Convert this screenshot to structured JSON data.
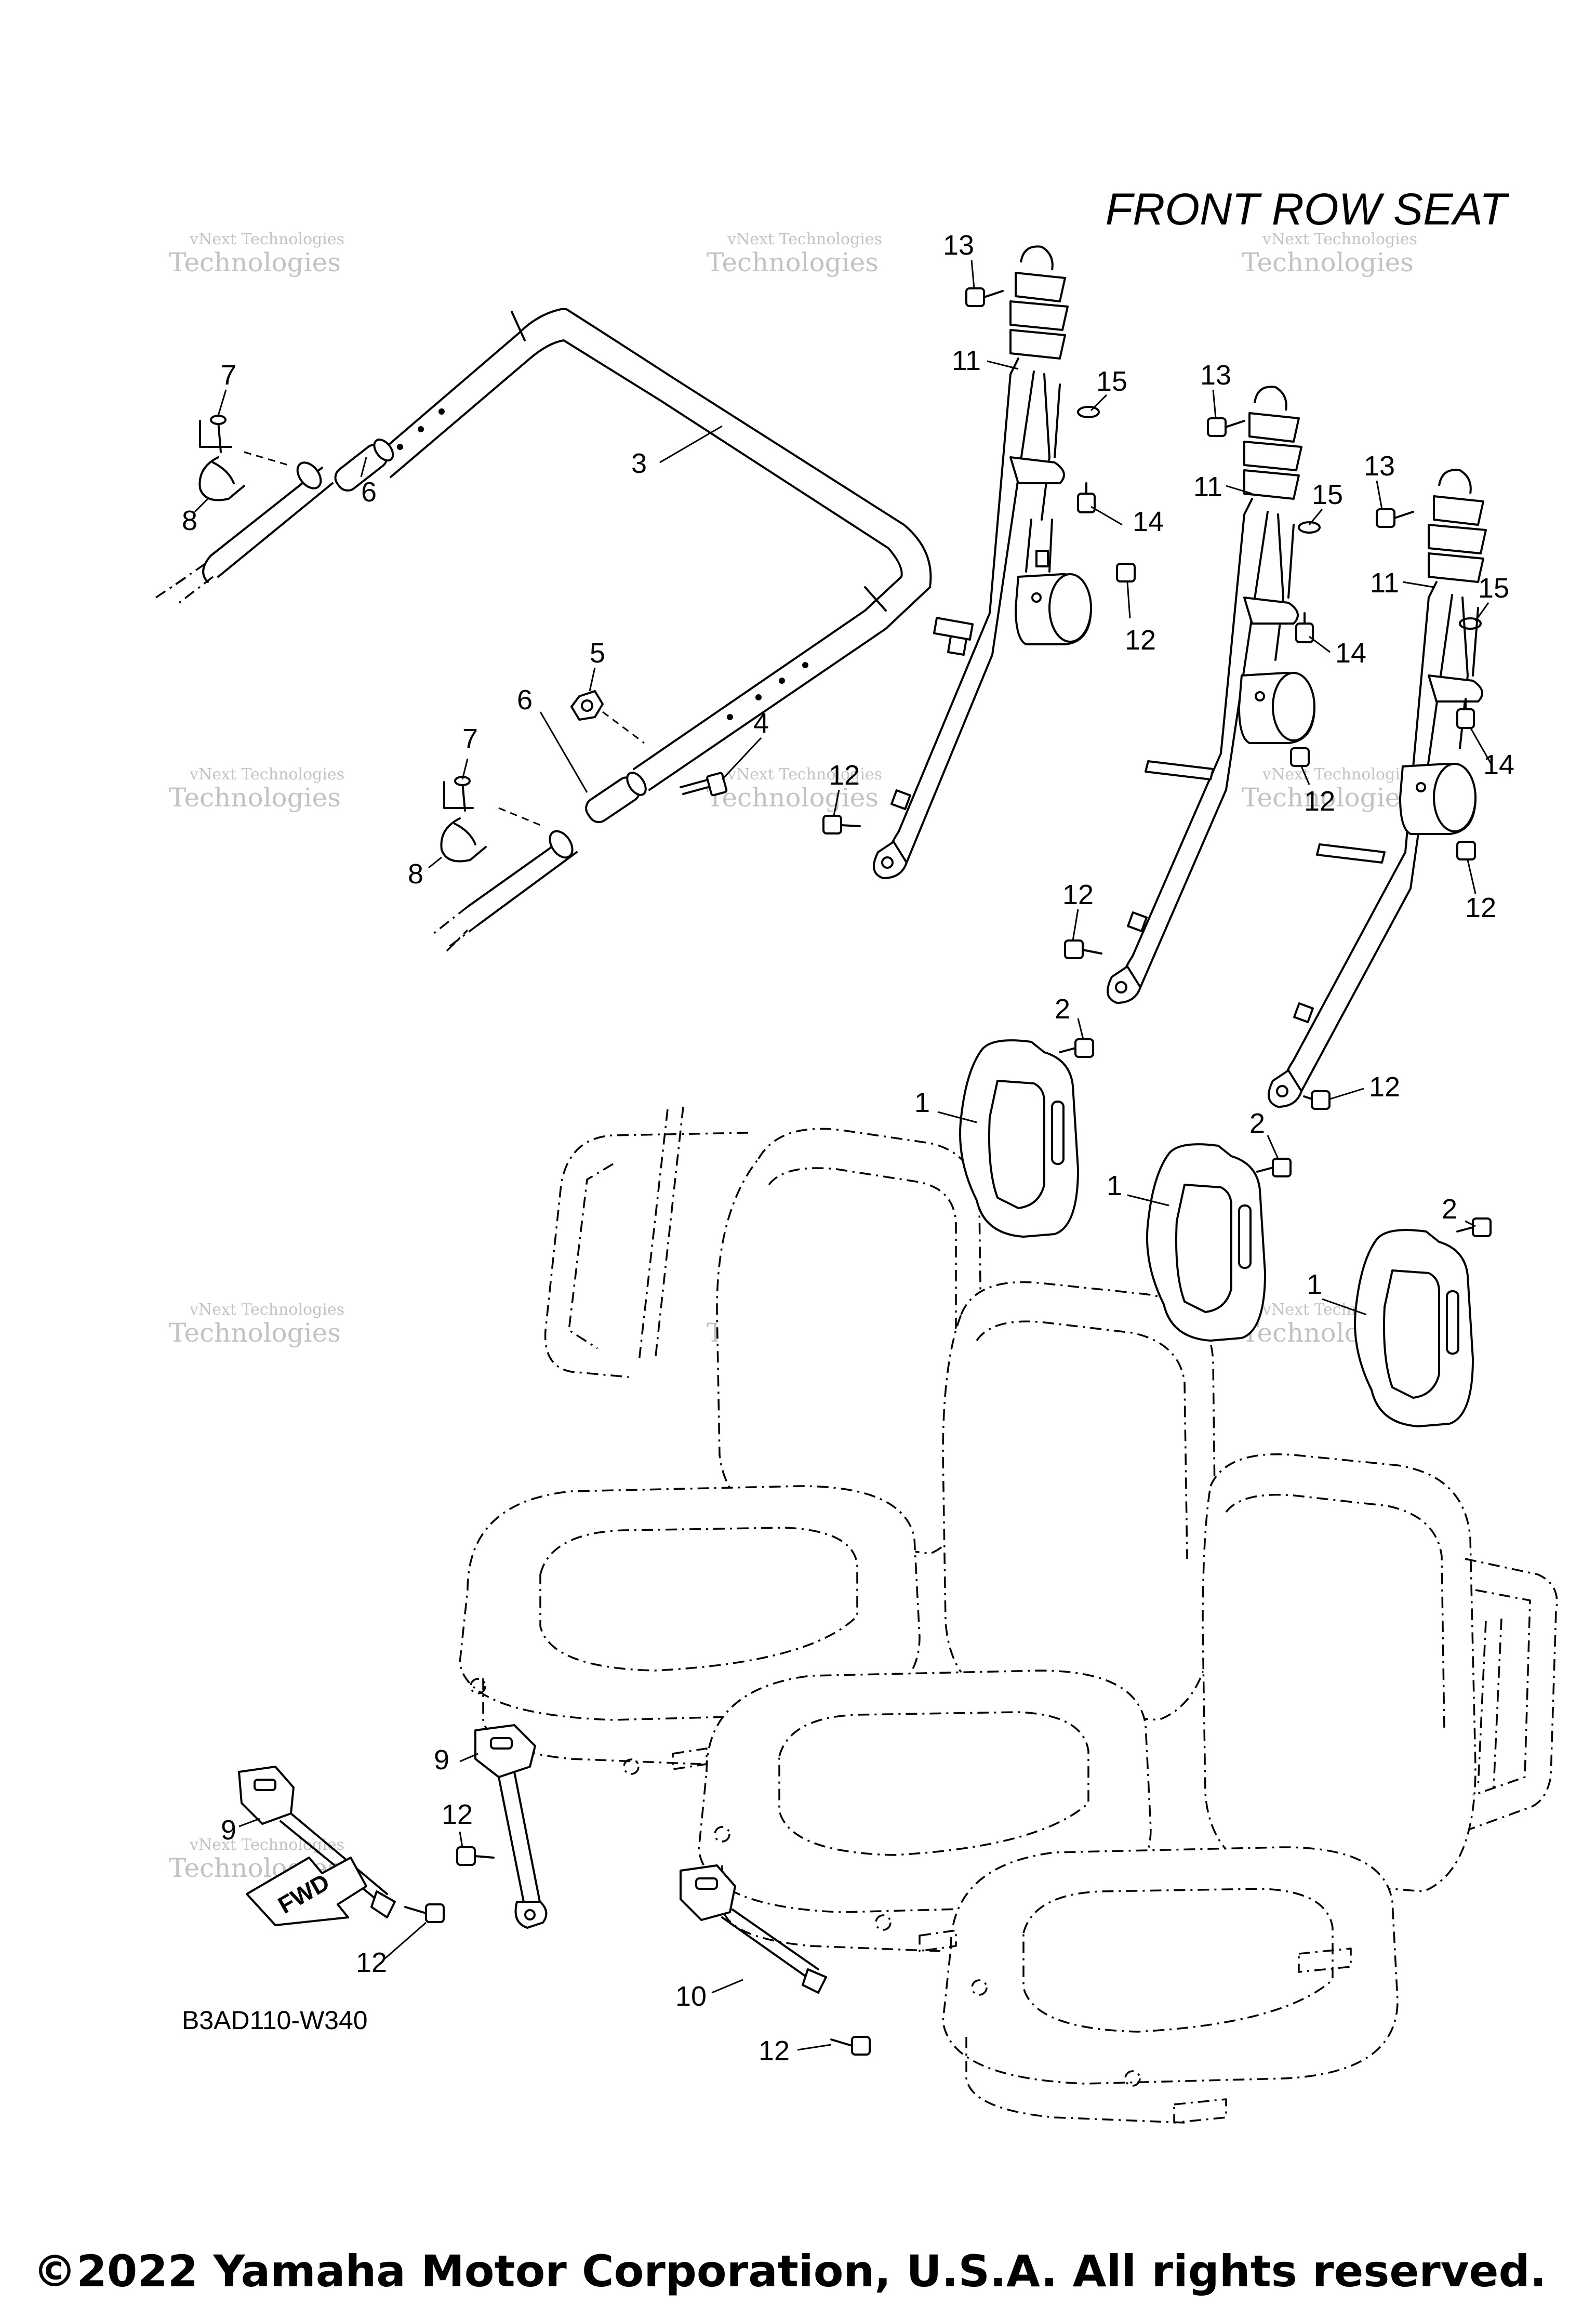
{
  "diagram": {
    "title": "FRONT ROW SEAT",
    "diagram_code": "B3AD110-W340",
    "fwd_label": "FWD",
    "copyright": "©2022 Yamaha Motor Corporation, U.S.A. All rights reserved.",
    "watermark_line1": "vNext Technologies",
    "watermark_line2": "Technologies"
  },
  "callouts": [
    "1",
    "2",
    "3",
    "4",
    "5",
    "6",
    "7",
    "8",
    "9",
    "10",
    "11",
    "12",
    "13",
    "14",
    "15"
  ],
  "colors": {
    "line": "#000000",
    "background": "#ffffff",
    "watermark": "#9a9a9a"
  }
}
